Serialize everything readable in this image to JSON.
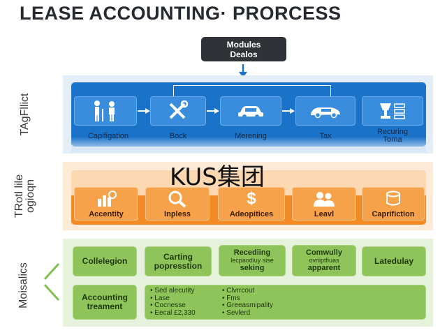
{
  "title": "LEASE ACCOUNTING· PRORCESS",
  "top_box": {
    "line1": "Modules",
    "line2": "Dealos"
  },
  "overlay_text": "KUS集团",
  "sections": [
    {
      "side_label": "TAgFllict",
      "items": [
        {
          "label": "Capifigation",
          "icon": "people-icon"
        },
        {
          "label": "Bock",
          "icon": "tools-icon"
        },
        {
          "label": "Merening",
          "icon": "car-icon"
        },
        {
          "label": "Tax",
          "icon": "sports-car-icon"
        },
        {
          "label_line1": "Recuring",
          "label_line2": "Toma",
          "icon": "machine-icon"
        }
      ]
    },
    {
      "side_label_line1": "TRotl lile",
      "side_label_line2": "ogioqn",
      "items": [
        {
          "label": "Accentity",
          "icon": "bar-chart-icon"
        },
        {
          "label": "Inpless",
          "icon": "magnifier-icon"
        },
        {
          "label": "Adeopitices",
          "icon": "dollar-icon"
        },
        {
          "label": "Leavl",
          "icon": "users-icon"
        },
        {
          "label": "Caprifiction",
          "icon": "database-icon"
        }
      ]
    },
    {
      "side_label": "Moisalics",
      "boxes": [
        {
          "line1": "Collelegion"
        },
        {
          "line1": "Carting",
          "line2": "popresstion"
        },
        {
          "line1": "Recediing",
          "line2": "lecpaodiuy sise",
          "line3": "seking"
        },
        {
          "line1": "Comwully",
          "line2": "ovriiptfiuas",
          "line3": "apparent"
        },
        {
          "line1": "Latedulay"
        }
      ],
      "bottom_box": {
        "line1": "Accounting",
        "line2": "treament"
      },
      "list_left": [
        "Sed alecutity",
        "Lase",
        "Cocnesse",
        "Eecal £2,330"
      ],
      "list_right": [
        "Clvrrcout",
        "Fms",
        "Greeasmipality",
        "Sevlerd"
      ]
    }
  ],
  "colors": {
    "blue": "#1a72c9",
    "orange": "#f28a26",
    "green": "#8fc45a",
    "dark": "#2f3236"
  }
}
